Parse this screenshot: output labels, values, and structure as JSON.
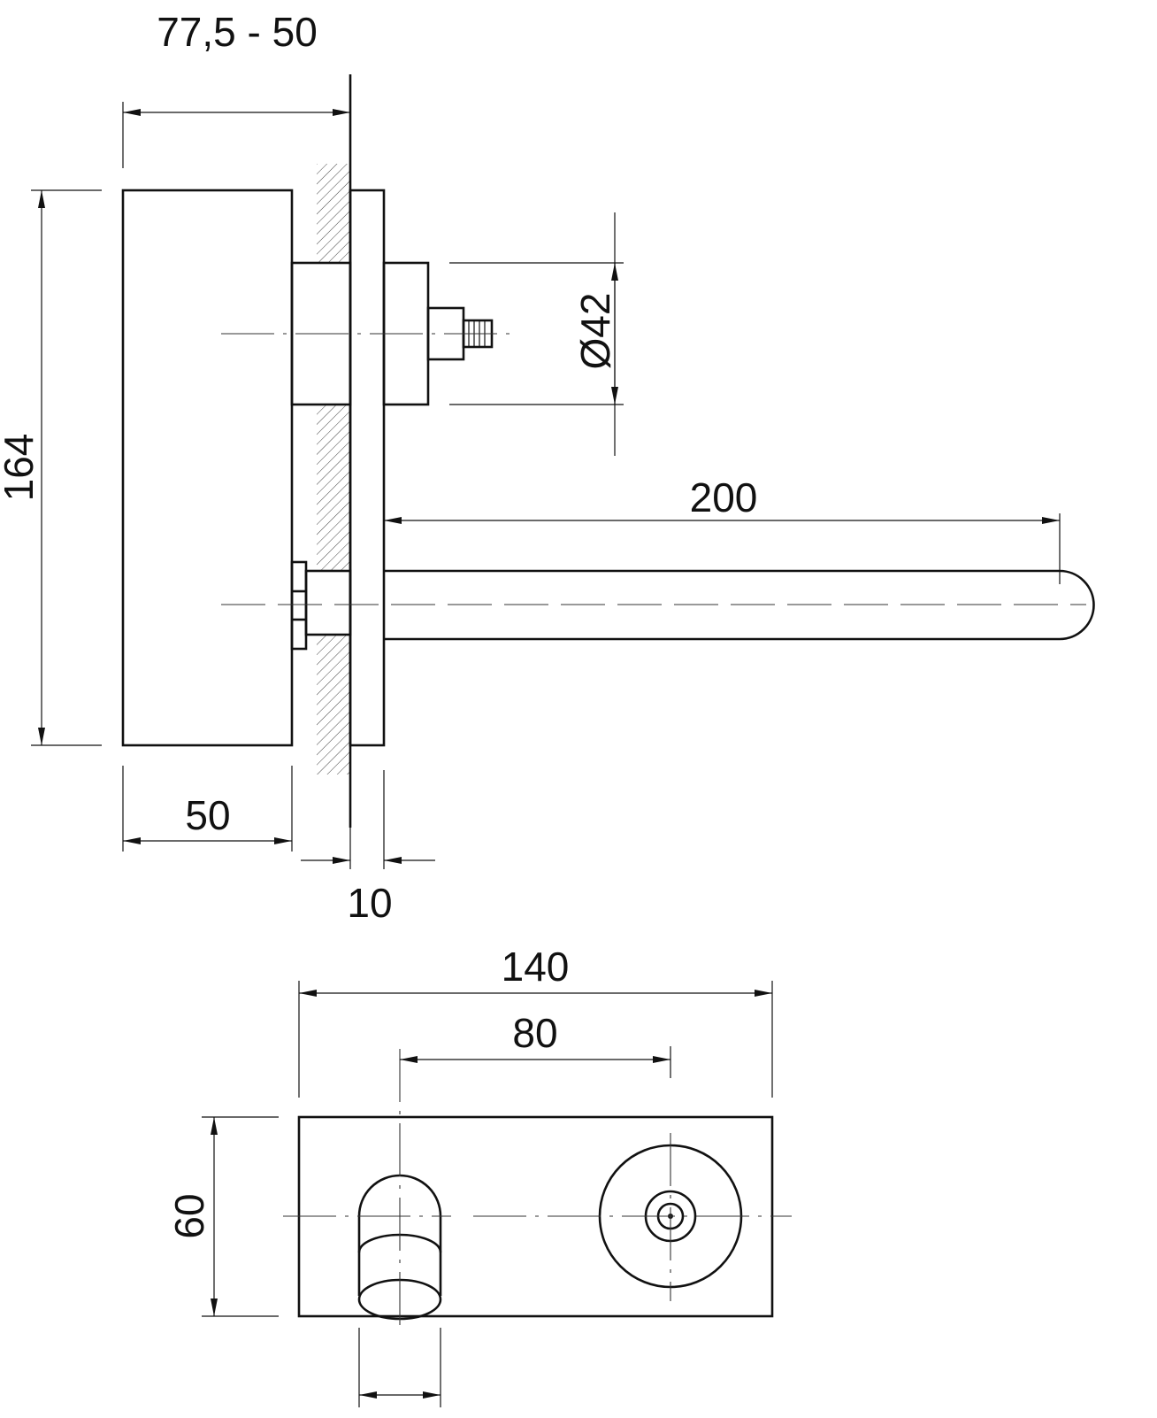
{
  "dimensions": {
    "wall_projection": "77,5 - 50",
    "height": "164",
    "body_depth": "50",
    "plate_thickness": "10",
    "diameter": "Ø42",
    "spout_length": "200",
    "plate_width": "140",
    "center_distance": "80",
    "plate_height": "60"
  }
}
